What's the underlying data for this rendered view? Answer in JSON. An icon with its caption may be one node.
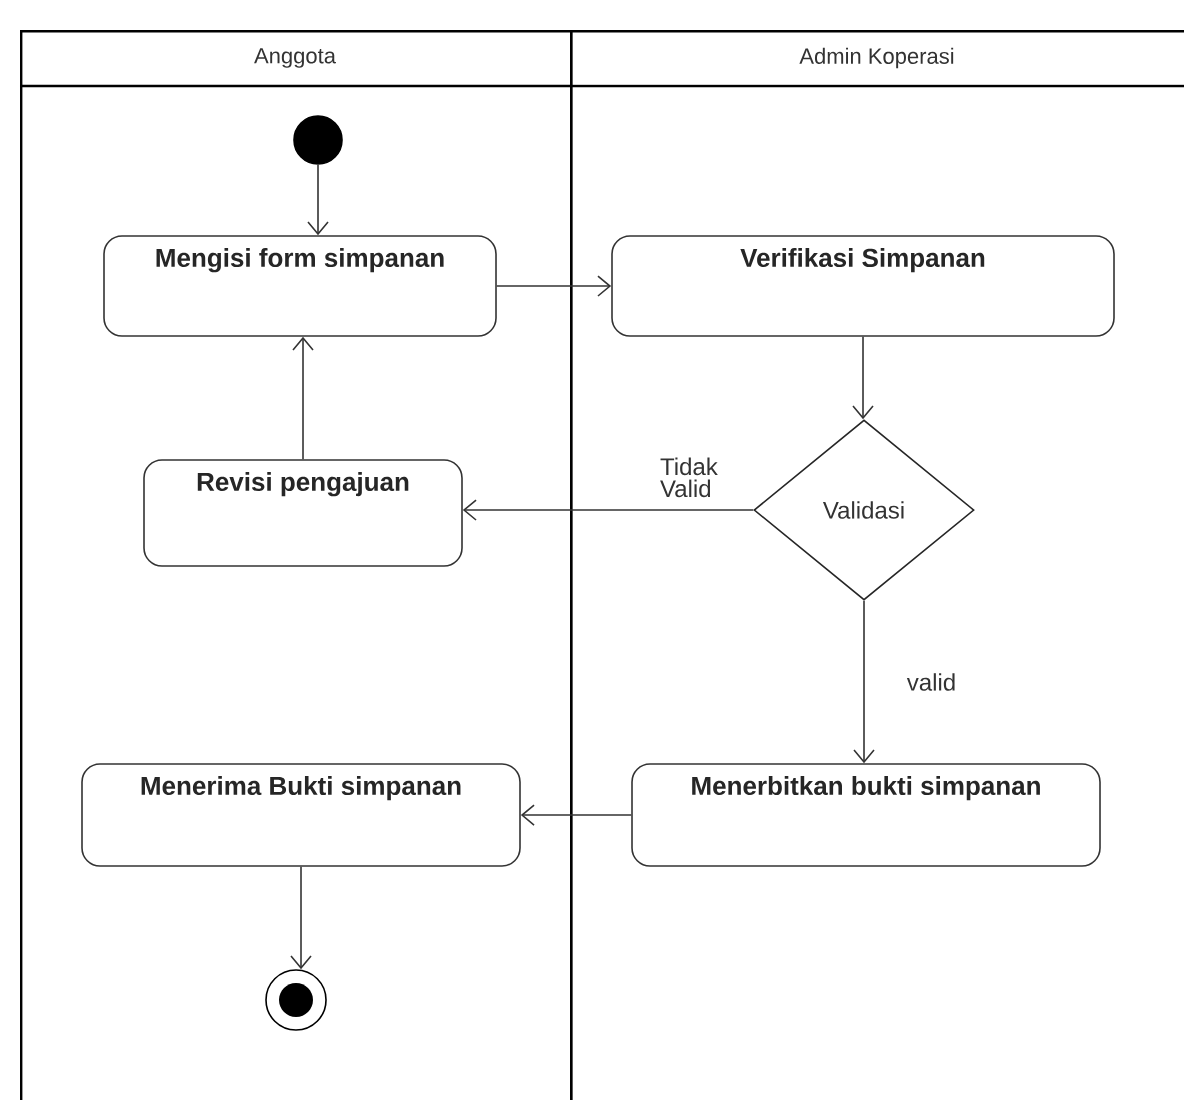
{
  "diagram": {
    "nodes": [
      {
        "text": [
          "Anggota"
        ]
      },
      {
        "text": [
          "Admin Koperasi"
        ]
      },
      {
        "text": [],
        "shape": "circle",
        "in": 0
      },
      {
        "text": [
          "Mengisi form simpanan"
        ],
        "in": 0
      },
      {
        "text": [
          "Verifikasi Simpanan"
        ],
        "in": 1
      },
      {
        "text": [
          "Revisi pengajuan"
        ],
        "in": 0
      },
      {
        "text": [
          "Validasi"
        ],
        "in": 1
      },
      {
        "text": [
          "Menerima Bukti simpanan"
        ],
        "in": 0
      },
      {
        "text": [
          "Menerbitkan bukti simpanan"
        ],
        "in": 1
      },
      {
        "text": [],
        "shape": "bullseye",
        "in": 0
      }
    ],
    "edges": [
      {
        "from": 2,
        "to": 3,
        "arrow": "to"
      },
      {
        "from": 3,
        "to": 4,
        "arrow": "to"
      },
      {
        "from": 4,
        "to": 6,
        "arrow": "to"
      },
      {
        "from": 6,
        "to": 5,
        "arrow": "to",
        "label": "Tidak Valid"
      },
      {
        "from": 5,
        "to": 3,
        "arrow": "to"
      },
      {
        "from": 6,
        "to": 8,
        "arrow": "to",
        "label": "valid"
      },
      {
        "from": 8,
        "to": 7,
        "arrow": "to"
      },
      {
        "from": 7,
        "to": 9,
        "arrow": "to"
      }
    ]
  }
}
